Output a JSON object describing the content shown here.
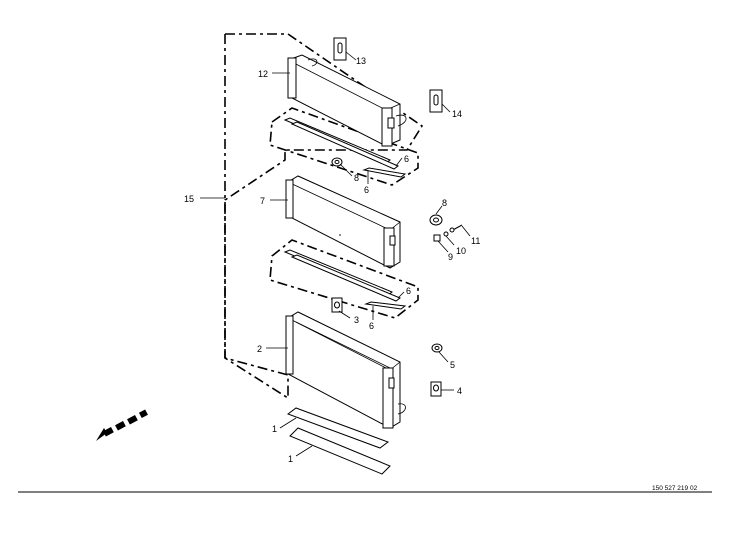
{
  "drawing_number": "150 527 219 02",
  "callouts": {
    "c13": "13",
    "c12": "12",
    "c14": "14",
    "c6a": "6",
    "c8a": "8",
    "c6b": "6",
    "c15": "15",
    "c7": "7",
    "c8b": "8",
    "c11": "11",
    "c10": "10",
    "c9": "9",
    "c6c": "6",
    "c3": "3",
    "c6d": "6",
    "c2": "2",
    "c5": "5",
    "c4": "4",
    "c1a": "1",
    "c1b": "1"
  }
}
